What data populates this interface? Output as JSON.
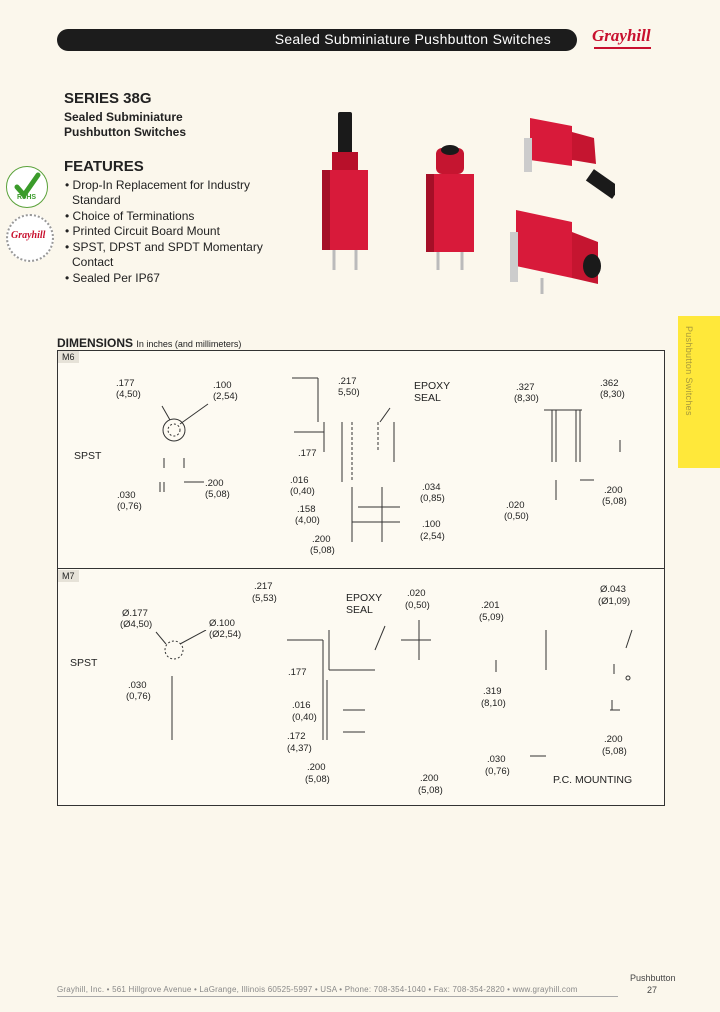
{
  "header": {
    "title": "Sealed Subminiature Pushbutton Switches",
    "logo": "Grayhill"
  },
  "series": {
    "title": "SERIES 38G",
    "subtitle_line1": "Sealed Subminiature",
    "subtitle_line2": "Pushbutton Switches"
  },
  "badges": {
    "rohs": "RoHS",
    "grayhill_seal": "Grayhill"
  },
  "features": {
    "heading": "FEATURES",
    "items": [
      "• Drop-In Replacement for Industry",
      "Standard",
      "• Choice of Terminations",
      "• Printed Circuit Board Mount",
      "• SPST, DPST and SPDT Momentary",
      "Contact",
      "• Sealed Per IP67"
    ]
  },
  "side_tab": "Pushbutton Switches",
  "dimensions": {
    "heading": "DIMENSIONS",
    "units": "In inches (and millimeters)"
  },
  "m6": {
    "label": "M6",
    "spst": "SPST",
    "d177": ".177",
    "d177mm": "(4,50)",
    "d100": ".100",
    "d100mm": "(2,54)",
    "l030": ".030",
    "l030mm": "(0,76)",
    "l200": ".200",
    "l200mm": "(5,08)",
    "w217": ".217",
    "w217mm": "5,50)",
    "epoxy1": "EPOXY",
    "epoxy2": "SEAL",
    "h177": ".177",
    "f016": ".016",
    "f016mm": "(0,40)",
    "f158": ".158",
    "f158mm": "(4,00)",
    "f034": ".034",
    "f034mm": "(0,85)",
    "f100": ".100",
    "f100mm": "(2,54)",
    "f200": ".200",
    "f200mm": "(5,08)",
    "r327": ".327",
    "r327mm": "(8,30)",
    "r362": ".362",
    "r362mm": "(8,30)",
    "r020": ".020",
    "r020mm": "(0,50)",
    "r200": ".200",
    "r200mm": "(5,08)"
  },
  "m7": {
    "label": "M7",
    "spst": "SPST",
    "d177": "Ø.177",
    "d177mm": "(Ø4,50)",
    "d100": "Ø.100",
    "d100mm": "(Ø2,54)",
    "l030": ".030",
    "l030mm": "(0,76)",
    "w217": ".217",
    "w217mm": "(5,53)",
    "epoxy1": "EPOXY",
    "epoxy2": "SEAL",
    "f020": ".020",
    "f020mm": "(0,50)",
    "h177": ".177",
    "f016": ".016",
    "f016mm": "(0,40)",
    "f172": ".172",
    "f172mm": "(4,37)",
    "f200a": ".200",
    "f200amm": "(5,08)",
    "f200b": ".200",
    "f200bmm": "(5,08)",
    "r201": ".201",
    "r201mm": "(5,09)",
    "r319": ".319",
    "r319mm": "(8,10)",
    "r030": ".030",
    "r030mm": "(0,76)",
    "r043": "Ø.043",
    "r043mm": "(Ø1,09)",
    "r200": ".200",
    "r200mm": "(5,08)",
    "pc": "P.C. MOUNTING"
  },
  "footer": {
    "text": "Grayhill, Inc. • 561 Hillgrove Avenue • LaGrange, Illinois 60525-5997 • USA • Phone: 708-354-1040 • Fax: 708-354-2820 • www.grayhill.com",
    "section": "Pushbutton",
    "page": "27"
  }
}
